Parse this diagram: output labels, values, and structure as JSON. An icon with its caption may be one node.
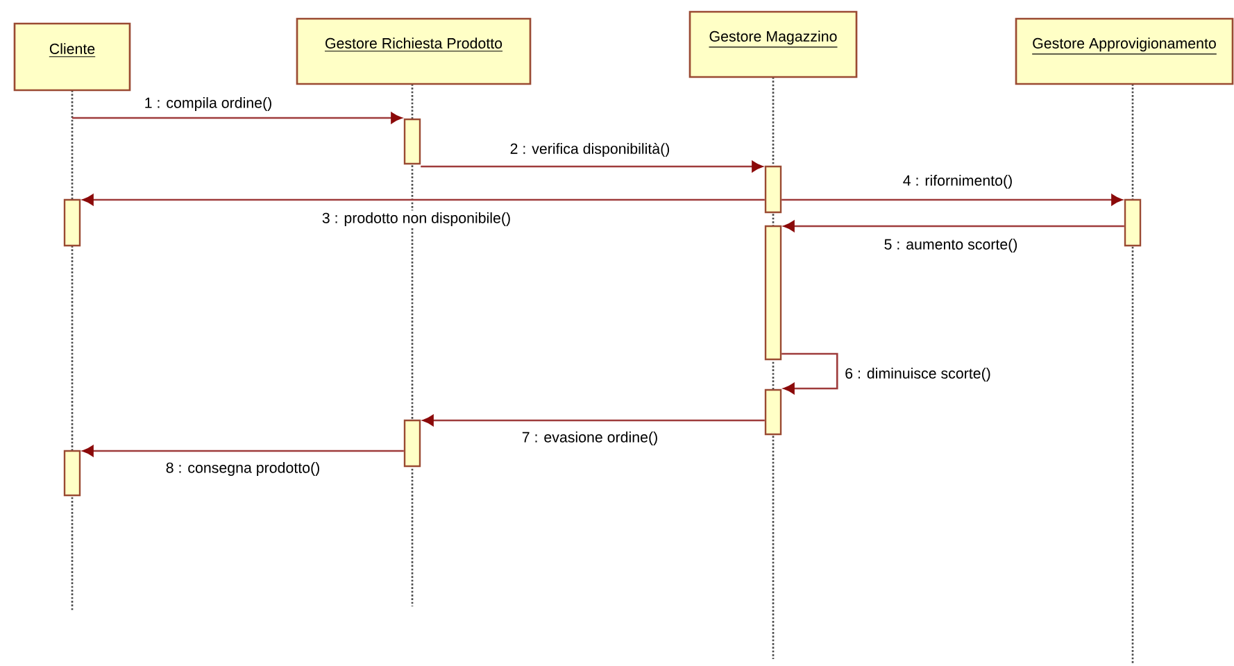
{
  "diagram": {
    "nodes": [
      {
        "text": [
          "Cliente"
        ]
      },
      {
        "text": [
          "Gestore Richiesta Prodotto"
        ]
      },
      {
        "text": [
          "Gestore Magazzino"
        ]
      },
      {
        "text": [
          "Gestore Approvigionamento"
        ]
      },
      {
        "text": [],
        "shape": "bar"
      },
      {
        "text": [],
        "shape": "bar"
      },
      {
        "text": [],
        "shape": "bar"
      },
      {
        "text": [],
        "shape": "bar"
      },
      {
        "text": [],
        "shape": "bar"
      },
      {
        "text": [],
        "shape": "bar"
      },
      {
        "text": [],
        "shape": "bar"
      },
      {
        "text": [],
        "shape": "bar"
      }
    ],
    "edges": [
      {
        "from": 0,
        "to": 4,
        "arrow": "to",
        "label": "1 : compila ordine()"
      },
      {
        "from": 4,
        "to": 5,
        "arrow": "to",
        "label": "2 : verifica disponibilità()"
      },
      {
        "from": 5,
        "to": 6,
        "arrow": "to",
        "label": "3 : prodotto non disponibile()"
      },
      {
        "from": 5,
        "to": 7,
        "arrow": "to",
        "label": "4 : rifornimento()"
      },
      {
        "from": 7,
        "to": 8,
        "arrow": "to",
        "label": "5 : aumento scorte()"
      },
      {
        "from": 8,
        "to": 9,
        "arrow": "to",
        "label": "6 : diminuisce scorte()"
      },
      {
        "from": 9,
        "to": 10,
        "arrow": "to",
        "label": "7 : evasione ordine()"
      },
      {
        "from": 10,
        "to": 11,
        "arrow": "to",
        "label": "8 : consegna prodotto()"
      }
    ]
  }
}
